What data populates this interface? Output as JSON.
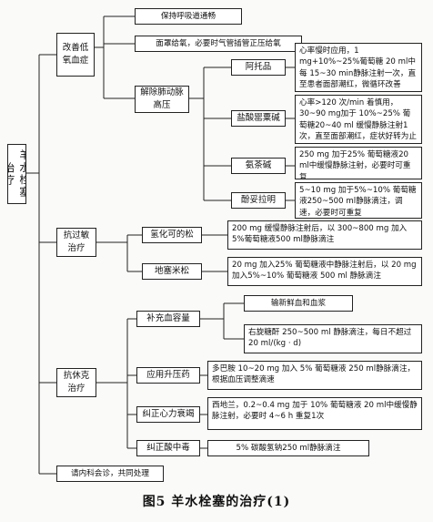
{
  "root": "羊水栓塞治疗",
  "branches": {
    "oxygen": {
      "label": "改善低氧血症",
      "items": [
        "保持呼吸道通畅",
        "面罩给氧，必要时气管插管正压给氧"
      ]
    },
    "pulmonary": {
      "label": "解除肺动脉高压",
      "drugs": [
        {
          "name": "阿托品",
          "text": "心率慢时应用，1 mg+10%~25%葡萄糖 20 ml中每 15~30 min静脉注射一次，直至患者面部潮红，微循环改善"
        },
        {
          "name": "盐酸罂粟碱",
          "text": "心率>120 次/min 着慎用，30~90 mg加于 10%~25% 葡萄糖20~40 ml 缓慢静脉注射1次，直至面部潮红，症状好转为止"
        },
        {
          "name": "氨茶碱",
          "text": "250 mg 加于25% 葡萄糖液20 ml中缓慢静脉注射，必要时可重复"
        },
        {
          "name": "酚妥拉明",
          "text": "5~10 mg 加于5%~10% 葡萄糖液250~500 ml静脉滴注，调速，必要时可重复"
        }
      ]
    },
    "antiallergy": {
      "label": "抗过敏治疗",
      "drugs": [
        {
          "name": "氢化可的松",
          "text": "200 mg 缓慢静脉注射后，以 300~800 mg 加入 5%葡萄糖液500 ml静脉滴注"
        },
        {
          "name": "地塞米松",
          "text": "20 mg 加入25% 葡萄糖液中静脉注射后，以 20 mg加入5%~10% 葡萄糖液 500 ml 静脉滴注"
        }
      ]
    },
    "antishock": {
      "label": "抗休克治疗",
      "volume": {
        "name": "补充血容量",
        "items": [
          "输新鲜血和血浆",
          "右旋糖酐 250~500 ml 静脉滴注，每日不超过 20 ml/(kg · d)"
        ]
      },
      "steps": [
        {
          "name": "应用升压药",
          "text": "多巴胺 10~20 mg 加入 5% 葡萄糖液 250 ml静脉滴注，根据血压调整滴速"
        },
        {
          "name": "纠正心力衰竭",
          "text": "西地兰，0.2~0.4 mg 加于 10% 葡萄糖液 20 ml中缓慢静脉注射，必要时 4~6 h 重复1次"
        },
        {
          "name": "纠正酸中毒",
          "text": "5% 碳酸氢钠250 ml静脉滴注"
        }
      ]
    },
    "consult": {
      "label": "请内科会诊，共同处理"
    }
  },
  "caption": "图5   羊水栓塞的治疗(1)"
}
